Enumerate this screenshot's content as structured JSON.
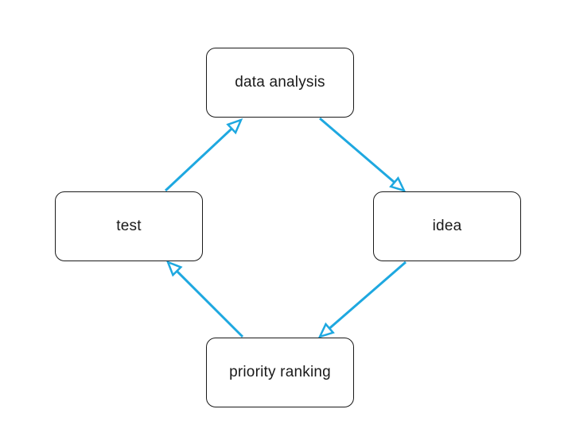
{
  "diagram": {
    "nodes": [
      {
        "id": "data-analysis",
        "label": "data analysis"
      },
      {
        "id": "idea",
        "label": "idea"
      },
      {
        "id": "priority-ranking",
        "label": "priority ranking"
      },
      {
        "id": "test",
        "label": "test"
      }
    ],
    "edges": [
      {
        "from": "data-analysis",
        "to": "idea"
      },
      {
        "from": "idea",
        "to": "priority-ranking"
      },
      {
        "from": "priority-ranking",
        "to": "test"
      },
      {
        "from": "test",
        "to": "data-analysis"
      }
    ],
    "colors": {
      "arrow": "#1ea8e0",
      "node_border": "#1a1a1a",
      "node_text": "#1a1a1a",
      "background": "#ffffff"
    }
  }
}
